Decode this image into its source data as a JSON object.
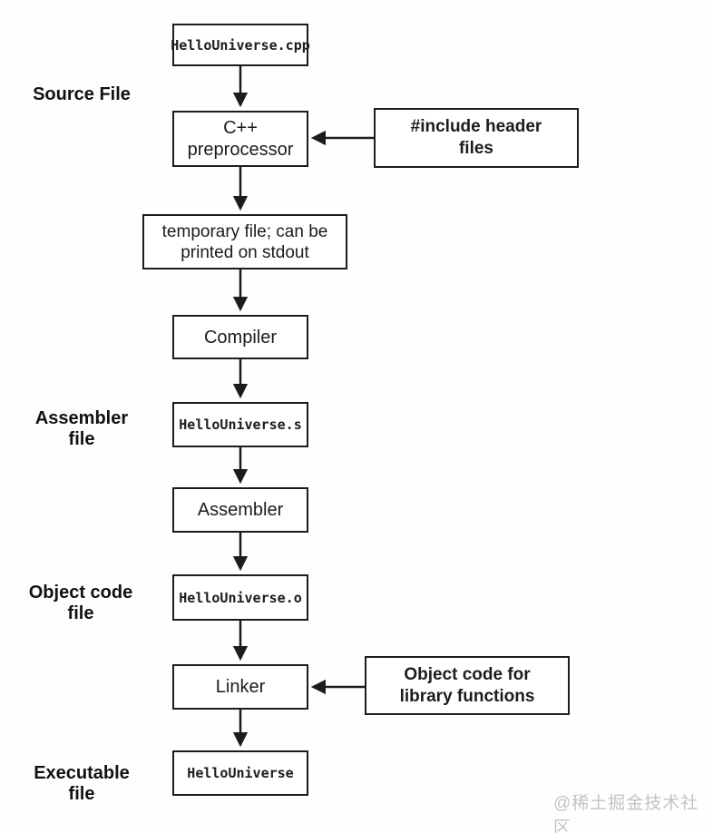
{
  "diagram": {
    "title_semantic": "C++ compilation process flowchart",
    "nodes": {
      "cpp": {
        "label": "HelloUniverse.cpp"
      },
      "preprocessor": {
        "line1": "C++",
        "line2": "preprocessor"
      },
      "temp": {
        "line1": "temporary file; can be",
        "line2": "printed on stdout"
      },
      "compiler": {
        "label": "Compiler"
      },
      "sfile": {
        "label": "HelloUniverse.s"
      },
      "assembler": {
        "label": "Assembler"
      },
      "ofile": {
        "label": "HelloUniverse.o"
      },
      "linker": {
        "label": "Linker"
      },
      "exe": {
        "label": "HelloUniverse"
      }
    },
    "side_inputs": {
      "headers": {
        "line1": "#include header",
        "line2": "files"
      },
      "libs": {
        "line1": "Object code for",
        "line2": "library functions"
      }
    },
    "stage_labels": {
      "source": {
        "line1": "Source File",
        "line2": ""
      },
      "assembler": {
        "line1": "Assembler",
        "line2": "file"
      },
      "object": {
        "line1": "Object code",
        "line2": "file"
      },
      "executable": {
        "line1": "Executable",
        "line2": "file"
      }
    },
    "edges": [
      "HelloUniverse.cpp -> C++ preprocessor",
      "#include header files -> C++ preprocessor",
      "C++ preprocessor -> temporary file; can be printed on stdout",
      "temporary file -> Compiler",
      "Compiler -> HelloUniverse.s",
      "HelloUniverse.s -> Assembler",
      "Assembler -> HelloUniverse.o",
      "HelloUniverse.o -> Linker",
      "Object code for library functions -> Linker",
      "Linker -> HelloUniverse"
    ]
  },
  "watermark": {
    "text": "@稀土掘金技术社区"
  },
  "colors": {
    "line": "#1c1c1c",
    "box_background": "#ffffff",
    "page_background": "#fefefe",
    "watermark": "#c3c3c3"
  }
}
